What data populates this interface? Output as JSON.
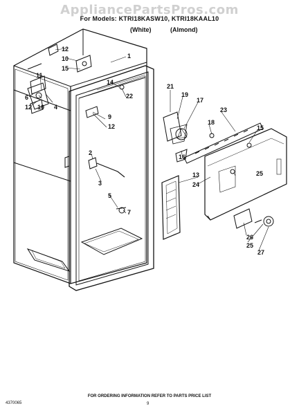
{
  "header": {
    "watermark": "AppliancePartsPros.com",
    "title_line": "For Models: KTRI18KASW10, KTRI18KAAL10",
    "color_white": "(White)",
    "color_almond": "(Almond)"
  },
  "callouts": {
    "c12a": "12",
    "c10a": "10",
    "c15a": "15",
    "c1": "1",
    "c11": "11",
    "c6": "6",
    "c12b": "12",
    "c10b": "10",
    "c4": "4",
    "c14": "14",
    "c22": "22",
    "c9": "9",
    "c12c": "12",
    "c2": "2",
    "c3": "3",
    "c5": "5",
    "c7": "7",
    "c21": "21",
    "c19": "19",
    "c17": "17",
    "c23": "23",
    "c18": "18",
    "c15b": "15",
    "c16": "16",
    "c13": "13",
    "c24": "24",
    "c25a": "25",
    "c26": "26",
    "c25b": "25",
    "c27": "27"
  },
  "footer": {
    "ordering": "FOR ORDERING INFORMATION REFER TO PARTS PRICE LIST",
    "part_code": "4370065",
    "page": "9"
  }
}
